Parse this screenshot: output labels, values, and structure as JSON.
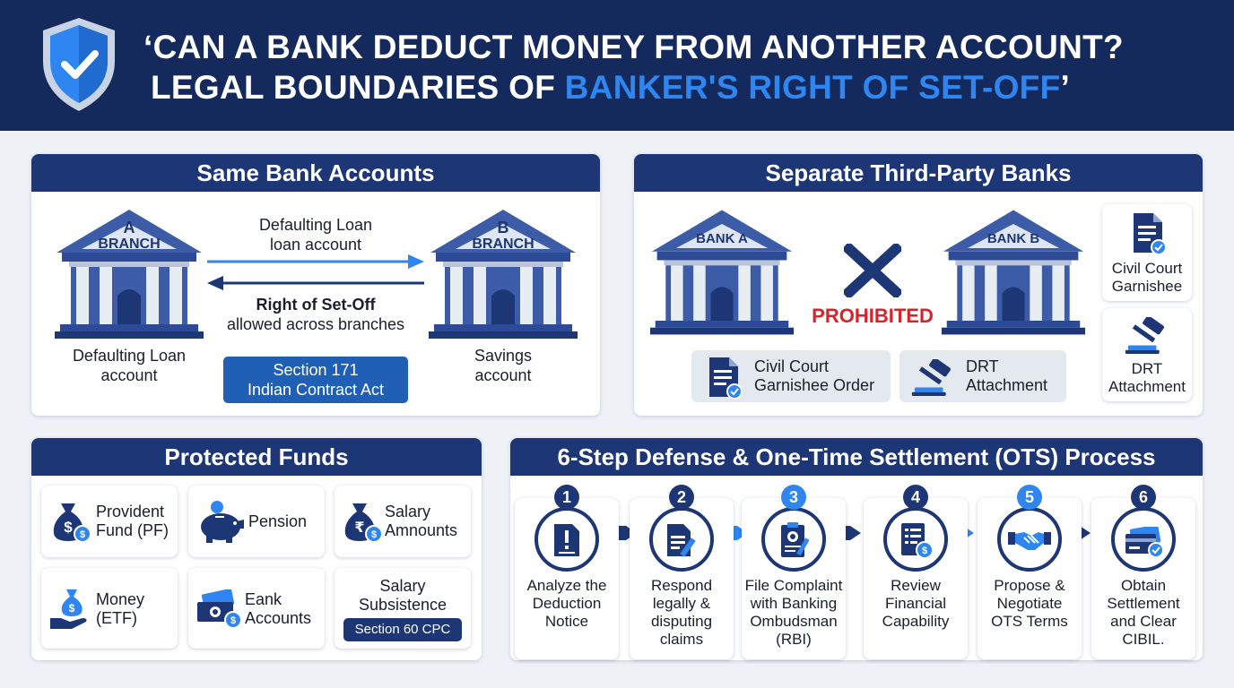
{
  "header": {
    "title_line1": "‘CAN A BANK DEDUCT MONEY FROM ANOTHER ACCOUNT?",
    "title_line2_prefix": "LEGAL BOUNDARIES OF ",
    "title_line2_accent": "BANKER'S RIGHT OF SET-OFF",
    "title_line2_suffix": "’"
  },
  "same_bank": {
    "heading": "Same Bank Accounts",
    "bank_a_letter": "A",
    "bank_a_label": "BRANCH",
    "bank_b_letter": "B",
    "bank_b_label": "BRANCH",
    "arrow_top_line1": "Defaulting Loan",
    "arrow_top_line2": "loan account",
    "arrow_bottom_line1": "Right of Set-Off",
    "arrow_bottom_line2": "allowed across branches",
    "left_caption_line1": "Defaulting Loan",
    "left_caption_line2": "account",
    "right_caption_line1": "Savings",
    "right_caption_line2": "account",
    "section_line1": "Section 171",
    "section_line2": "Indian Contract Act"
  },
  "third_party": {
    "heading": "Separate Third-Party Banks",
    "bank_a_label": "BANK A",
    "bank_b_label": "BANK B",
    "prohibited": "PROHIBITED",
    "pill1_line1": "Civil Court",
    "pill1_line2": "Garnishee Order",
    "pill2_line1": "DRT",
    "pill2_line2": "Attachment",
    "side1_line1": "Civil Court",
    "side1_line2": "Garnishee",
    "side2_line1": "DRT",
    "side2_line2": "Attachment"
  },
  "protected": {
    "heading": "Protected Funds",
    "items": [
      {
        "line1": "Provident",
        "line2": "Fund (PF)",
        "icon": "money-bag-icon"
      },
      {
        "line1": "Pension",
        "line2": "",
        "icon": "piggy-bank-icon"
      },
      {
        "line1": "Salary",
        "line2": "Amnounts",
        "icon": "rupee-bag-icon"
      },
      {
        "line1": "Money",
        "line2": "(ETF)",
        "icon": "hand-money-icon"
      },
      {
        "line1": "Eank",
        "line2": "Accounts",
        "icon": "cash-icon"
      },
      {
        "line1": "Salary",
        "line2": "Subsistence",
        "icon": ""
      }
    ],
    "section_badge": "Section 60 CPC"
  },
  "steps": {
    "heading": "6-Step Defense & One-Time Settlement (OTS) Process",
    "items": [
      {
        "num": "1",
        "lines": [
          "Analyze the",
          "Deduction",
          "Notice"
        ]
      },
      {
        "num": "2",
        "lines": [
          "Respond",
          "legally &",
          "disputing",
          "claims"
        ]
      },
      {
        "num": "3",
        "lines": [
          "File Complaint",
          "with Banking",
          "Ombudsman",
          "(RBI)"
        ]
      },
      {
        "num": "4",
        "lines": [
          "Review",
          "Financial",
          "Capability"
        ]
      },
      {
        "num": "5",
        "lines": [
          "Propose &",
          "Negotiate",
          "OTS Terms"
        ]
      },
      {
        "num": "6",
        "lines": [
          "Obtain",
          "Settlement",
          "and Clear",
          "CIBIL."
        ]
      }
    ]
  },
  "colors": {
    "navy": "#14295c",
    "panel_head": "#1d3675",
    "accent_blue": "#2f86f0",
    "bank_blue": "#3d5ca8",
    "prohibited_red": "#d8232a"
  }
}
